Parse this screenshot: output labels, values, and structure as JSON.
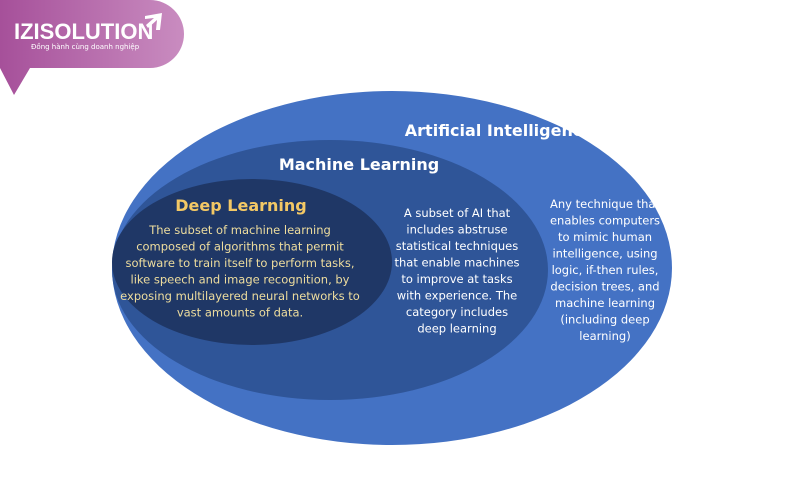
{
  "logo": {
    "brand": "IZISOLUTION",
    "tagline": "Đồng hành cùng doanh nghiệp",
    "color": "#b568a8"
  },
  "diagram": {
    "ai": {
      "title": "Artificial Intelligence",
      "lines": [
        "Any technique that",
        "enables computers",
        "to mimic human",
        "intelligence, using",
        "logic, if-then rules,",
        "decision trees, and",
        "machine learning",
        "(including deep",
        "learning)"
      ],
      "color": "#4472c4"
    },
    "ml": {
      "title": "Machine Learning",
      "lines": [
        "A subset of AI that",
        "includes abstruse",
        "statistical techniques",
        "that enable machines",
        "to improve at tasks",
        "with experience. The",
        "category includes",
        "deep learning"
      ],
      "color": "#2f5598"
    },
    "dl": {
      "title": "Deep Learning",
      "lines": [
        "The subset of machine learning",
        "composed of algorithms that permit",
        "software to train itself to perform tasks,",
        "like speech and image recognition, by",
        "exposing multilayered neural networks to",
        "vast amounts of data."
      ],
      "color": "#1f3766",
      "title_color": "#f3c865",
      "text_color": "#eedd9e"
    }
  }
}
